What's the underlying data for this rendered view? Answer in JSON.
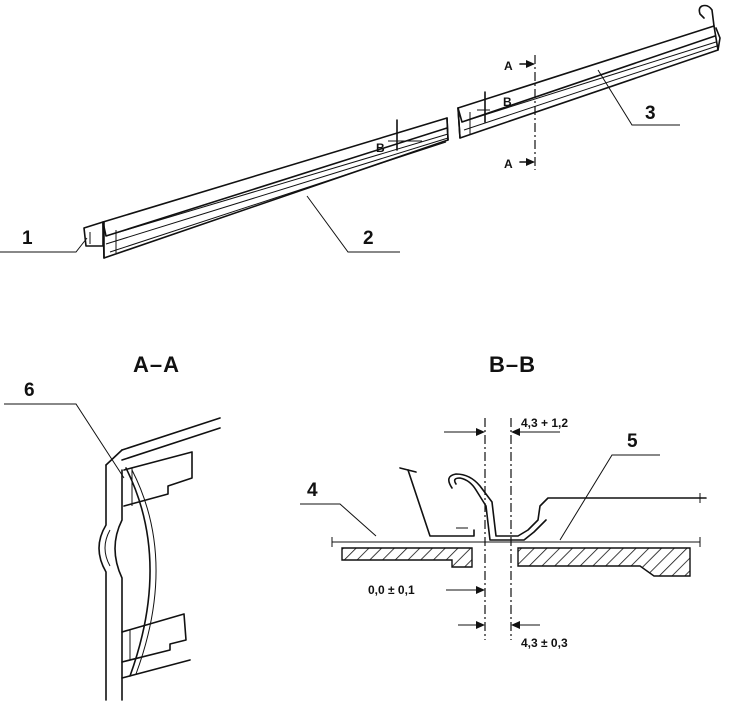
{
  "callouts": {
    "c1": "1",
    "c2": "2",
    "c3": "3",
    "c4": "4",
    "c5": "5",
    "c6": "6"
  },
  "section_marks": {
    "a_top": "A",
    "a_bottom": "A",
    "b_left": "B",
    "b_right": "B"
  },
  "section_titles": {
    "aa": "A–A",
    "bb": "B–B"
  },
  "dimensions": {
    "top": "4,3 + 1,2",
    "left_bottom": "0,0 ± 0,1",
    "right_bottom": "4,3 ± 0,3"
  }
}
